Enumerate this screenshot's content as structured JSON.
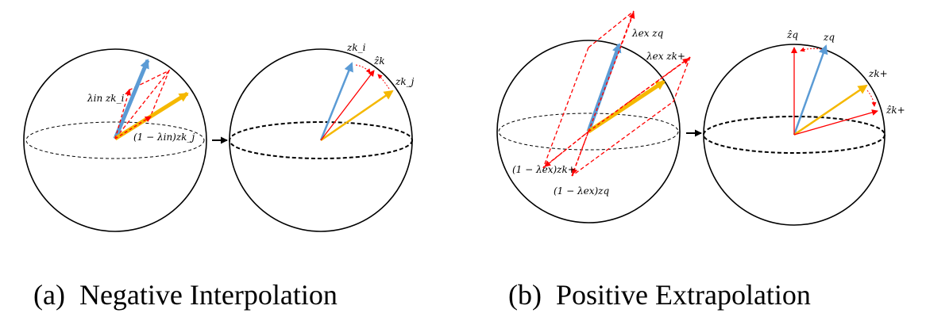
{
  "panel_a": {
    "caption": "(a)  Negative Interpolation",
    "left": {
      "lambda_zki": "λin zk_i",
      "one_minus_lambda_zkj": "(1 − λin)zk_j"
    },
    "right": {
      "zk_i": "zk_i",
      "zk_hat": "ẑk",
      "zk_j": "zk_j"
    }
  },
  "panel_b": {
    "caption": "(b)  Positive Extrapolation",
    "left": {
      "lambda_zq": "λex zq",
      "lambda_zkplus": "λex zk+",
      "one_minus_lambda_zkplus": "(1 − λex)zk+",
      "one_minus_lambda_zq": "(1 − λex)zq"
    },
    "right": {
      "zq_hat": "ẑq",
      "zq": "zq",
      "zkplus": "zk+",
      "zkplus_hat": "ẑk+"
    }
  },
  "colors": {
    "blue": "#5b9bd5",
    "orange": "#f5b800",
    "red": "#ff0000"
  }
}
